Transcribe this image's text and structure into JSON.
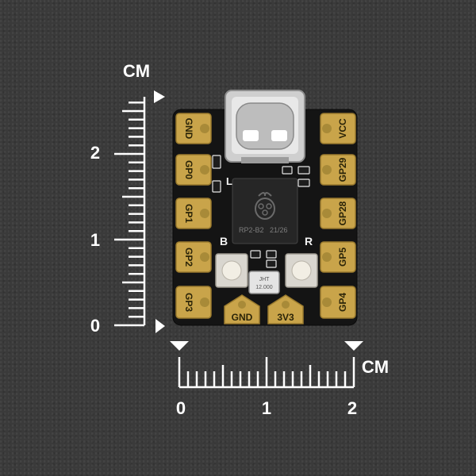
{
  "ruler_vertical": {
    "unit": "CM",
    "labels": [
      "2",
      "1",
      "0"
    ]
  },
  "ruler_horizontal": {
    "unit": "CM",
    "labels": [
      "0",
      "1",
      "2"
    ]
  },
  "board": {
    "left_pins": [
      "GND",
      "GP0",
      "GP1",
      "GP2",
      "GP3"
    ],
    "right_pins": [
      "VCC",
      "GP29",
      "GP28",
      "GP5",
      "GP4"
    ],
    "bottom_pins": [
      "GND",
      "3V3"
    ],
    "button_left_label": "B",
    "button_right_label": "R",
    "led_label": "L",
    "chip_text_line1": "RP2-B2",
    "chip_text_line2": "21/26",
    "crystal_line1": "JHT",
    "crystal_line2": "12.000"
  },
  "colors": {
    "background": "#3a3a3a",
    "pcb": "#141414",
    "gold": "#c9a44a",
    "ruler": "#ffffff"
  }
}
